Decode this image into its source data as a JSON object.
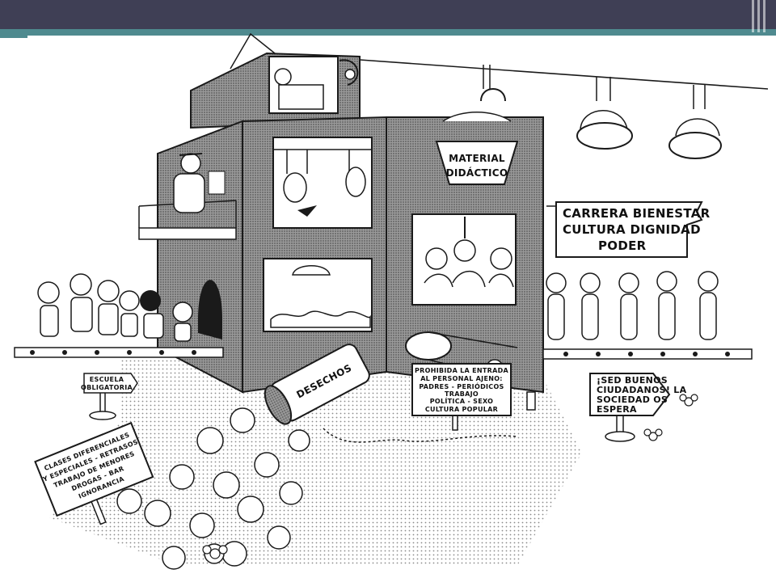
{
  "theme": {
    "bar_color": "#3f3f55",
    "stripe_color": "#4f8a8f",
    "ink": "#1a1a1a",
    "paper": "#ffffff",
    "dot": "#8a8a8a"
  },
  "cartoon": {
    "hopper_sign": [
      "MATERIAL",
      "DIDÁCTICO"
    ],
    "careers_sign": [
      "CARRERA BIENESTAR",
      "CULTURA DIGNIDAD",
      "PODER"
    ],
    "school_sign": [
      "ESCUELA",
      "OBLIGATORIA"
    ],
    "waste_drum": "DESECHOS",
    "entry_sign": [
      "PROHIBIDA LA ENTRADA",
      "AL PERSONAL AJENO:",
      "PADRES - PERIÓDICOS",
      "TRABAJO",
      "POLÍTICA - SEXO",
      "CULTURA POPULAR"
    ],
    "citizens_sign": [
      "¡SED BUENOS",
      "CIUDADANOS! LA",
      "SOCIEDAD OS",
      "ESPERA"
    ],
    "reject_sign": [
      "CLASES DIFERENCIALES",
      "Y ESPECIALES - RETRASOS",
      "TRABAJO DE MENORES",
      "DROGAS - BAR",
      "IGNORANCIA"
    ]
  }
}
